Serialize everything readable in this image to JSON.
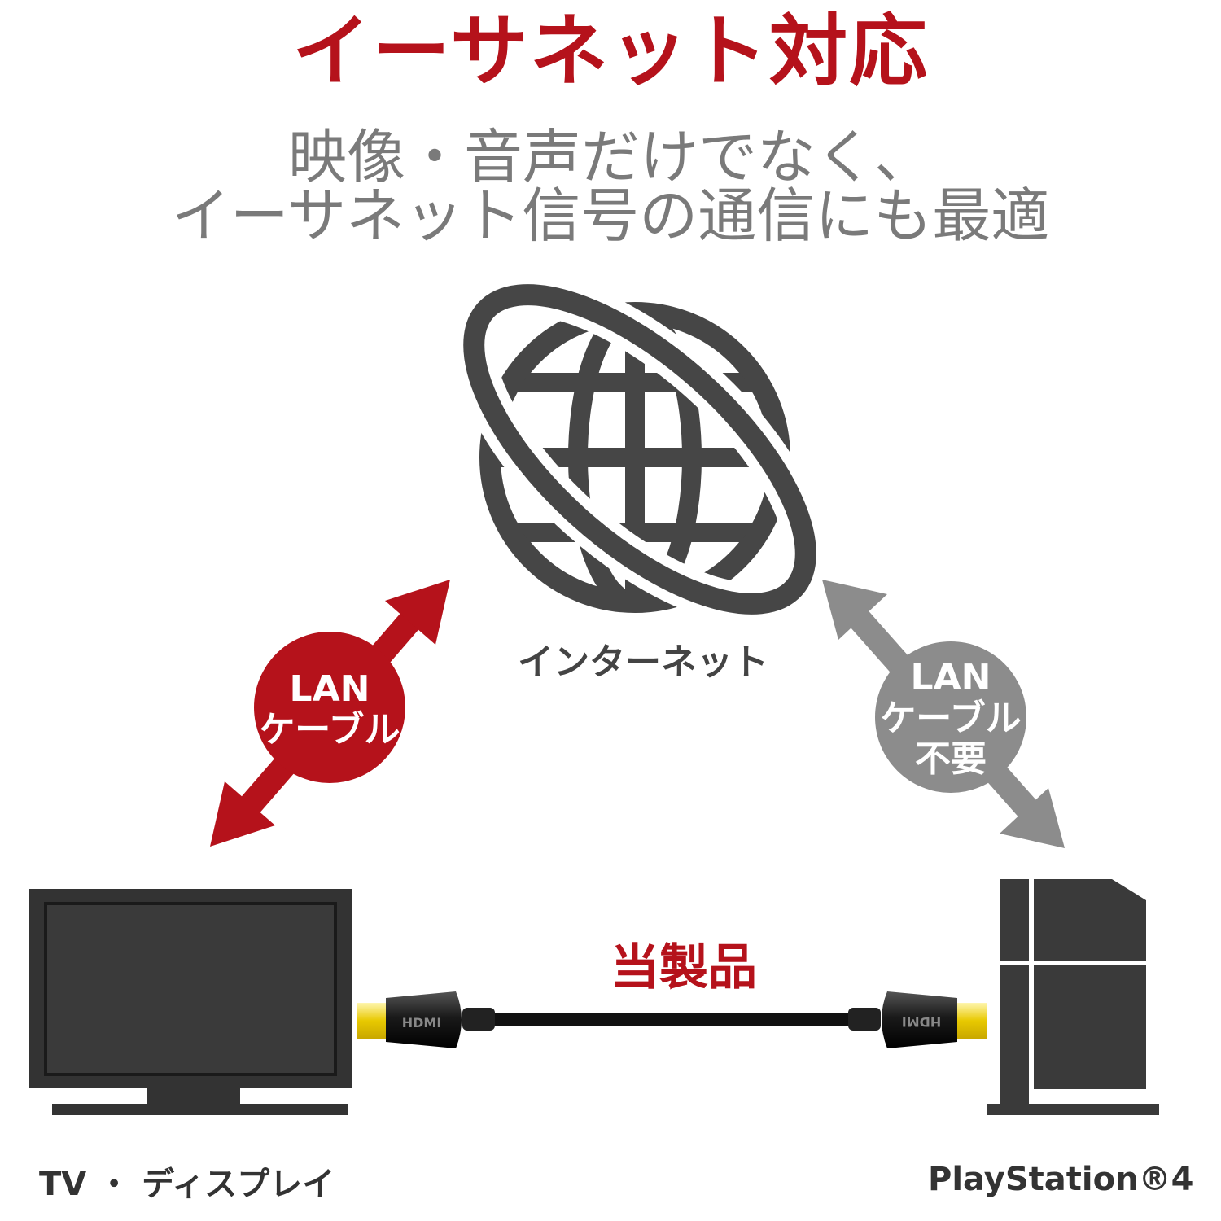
{
  "heading": "イーサネット対応",
  "subheading": {
    "line1": "映像・音声だけでなく、",
    "line2": "イーサネット信号の通信にも最適"
  },
  "internet": {
    "label": "インターネット",
    "icon": "globe-orbit-icon"
  },
  "left_link": {
    "badge_line1": "LAN",
    "badge_line2": "ケーブル",
    "color": "#b5121b"
  },
  "right_link": {
    "badge_line1": "LAN",
    "badge_line2": "ケーブル",
    "badge_line3": "不要",
    "color": "#8c8c8c"
  },
  "product_label": "当製品",
  "devices": {
    "tv": {
      "label": "TV ・ ディスプレイ",
      "icon": "tv-icon"
    },
    "console": {
      "label": "PlayStation®4",
      "icon": "console-icon"
    }
  },
  "cable": {
    "icon": "hdmi-cable-icon",
    "connector_text": "HDMI"
  },
  "colors": {
    "accent": "#b5121b",
    "dark": "#444444",
    "muted": "#8c8c8c"
  }
}
